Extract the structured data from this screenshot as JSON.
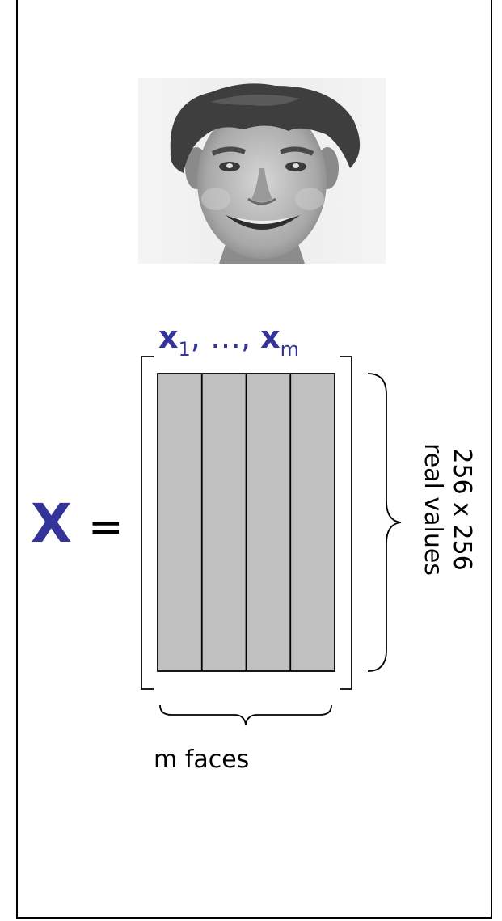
{
  "matrix_symbol": "X",
  "equals": "=",
  "vectors": {
    "first": "x",
    "first_sub": "1",
    "separator": ", …, ",
    "last": "x",
    "last_sub": "m"
  },
  "columns_shown": 4,
  "dimension_label": {
    "line1": "256 x 256",
    "line2": "real values"
  },
  "count_label": "m faces",
  "colors": {
    "accent_blue": "#333399",
    "column_fill": "#c0c0c0",
    "stroke": "#000000"
  }
}
